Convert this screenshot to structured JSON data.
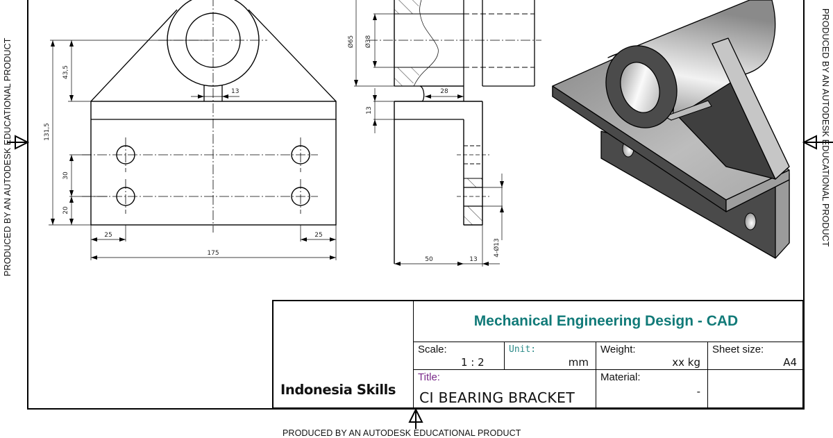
{
  "watermark": {
    "left": "PRODUCED BY AN AUTODESK EDUCATIONAL PRODUCT",
    "right": "PRODUCED BY AN AUTODESK EDUCATIONAL PRODUCT",
    "bottom": "PRODUCED BY AN AUTODESK EDUCATIONAL PRODUCT"
  },
  "title_block": {
    "logo_text": "Indonesia Skills",
    "logo_icon": "stars-and-red-ribbons-logo",
    "heading": "Mechanical Engineering Design - CAD",
    "heading_color": "#117a78",
    "scale": {
      "label": "Scale:",
      "value": "1 : 2"
    },
    "unit": {
      "label": "Unit:",
      "value": "mm"
    },
    "weight": {
      "label": "Weight:",
      "value": "xx kg"
    },
    "sheet_size": {
      "label": "Sheet size:",
      "value": "A4"
    },
    "title": {
      "label": "Title:",
      "value": "CI BEARING BRACKET"
    },
    "material": {
      "label": "Material:",
      "value": "-"
    },
    "projection_symbol": "first-angle-projection-icon"
  },
  "drawing": {
    "front_view": {
      "dimensions": {
        "boss_height": "43,5",
        "overall_height": "131,5",
        "web_thickness": "13",
        "hole_spacing_vertical": "30",
        "hole_edge_bottom": "20",
        "hole_edge_left": "25",
        "hole_edge_right": "25",
        "overall_width": "175"
      }
    },
    "side_view": {
      "dimensions": {
        "outer_diameter": "Ø65",
        "bore_diameter": "Ø38",
        "boss_offset": "28",
        "plate_thickness": "13",
        "base_length": "50",
        "base_thickness": "13",
        "holes": "4-Ø13"
      }
    },
    "iso_view": {
      "description": "isometric shaded view of bearing bracket"
    }
  }
}
